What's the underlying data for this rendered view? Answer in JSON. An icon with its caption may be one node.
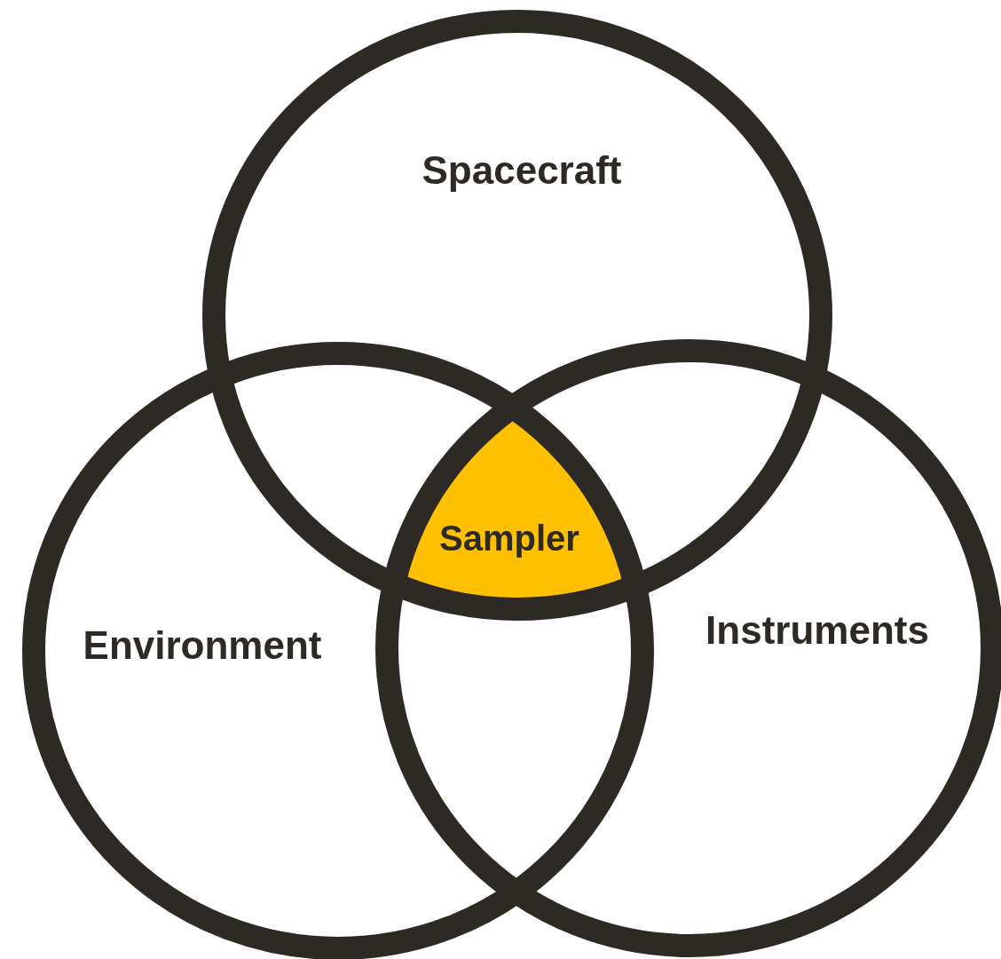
{
  "diagram": {
    "nodes": [
      {
        "text": [
          "Spacecraft"
        ]
      },
      {
        "text": [
          "Environment"
        ]
      },
      {
        "text": [
          "Instruments"
        ]
      },
      {
        "text": [
          "Sampler"
        ]
      }
    ]
  }
}
